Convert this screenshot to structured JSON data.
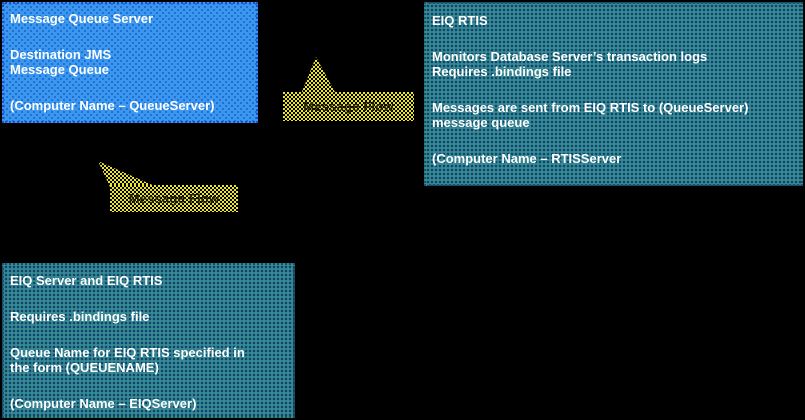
{
  "colors": {
    "background": "#000000",
    "queue_box_fill": "#3b97ef",
    "queue_box_dots": "#1e6fd2",
    "queue_box_border": "#1b52c6",
    "server_box_fill": "#2e7d9d",
    "server_box_border": "#16506a",
    "callout_fill": "#eee81a",
    "callout_checker": "#000000",
    "box_text": "#ffffff",
    "callout_text": "#23210a"
  },
  "boxes": {
    "queue_server": {
      "paragraphs": [
        [
          "Message Queue Server"
        ],
        [
          "Destination JMS",
          "Message Queue"
        ],
        [
          "(Computer Name – QueueServer)"
        ]
      ]
    },
    "rtis_server": {
      "paragraphs": [
        [
          "EIQ RTIS"
        ],
        [
          "Monitors Database Server’s transaction logs",
          "Requires .bindings file"
        ],
        [
          "Messages are sent from EIQ RTIS to (QueueServer)",
          "message queue"
        ],
        [
          "(Computer Name – RTISServer"
        ]
      ]
    },
    "eiq_server": {
      "paragraphs": [
        [
          "EIQ Server and EIQ RTIS"
        ],
        [
          "Requires .bindings file"
        ],
        [
          "Queue Name for EIQ RTIS specified in",
          "the form (QUEUENAME)"
        ],
        [
          "(Computer Name – EIQServer)"
        ]
      ]
    }
  },
  "callouts": [
    {
      "label": "Message Flow"
    },
    {
      "label": "Message Flow"
    }
  ]
}
